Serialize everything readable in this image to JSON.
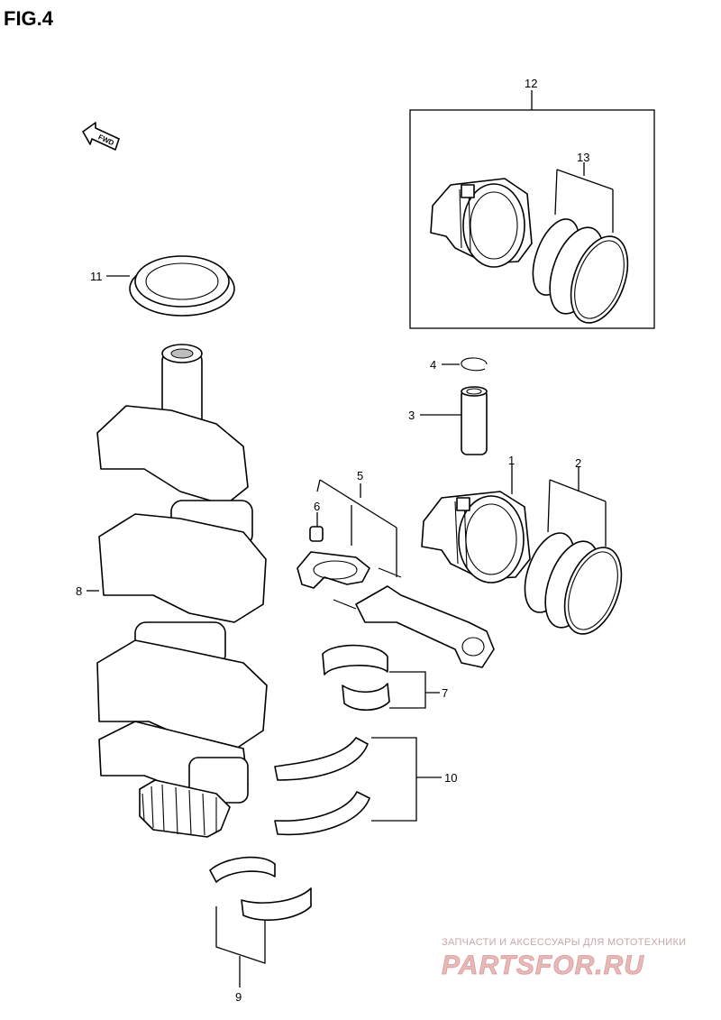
{
  "figure": {
    "title": "FIG.4",
    "direction_badge": "FWD"
  },
  "labels": {
    "p1": "1",
    "p2": "2",
    "p3": "3",
    "p4": "4",
    "p5": "5",
    "p6": "6",
    "p7": "7",
    "p8": "8",
    "p9": "9",
    "p10": "10",
    "p11": "11",
    "p12": "12",
    "p13": "13"
  },
  "watermark": {
    "tagline": "ЗАПЧАСТИ И АКСЕССУАРЫ ДЛЯ МОТОТЕХНИКИ",
    "brand": "PARTSFOR.RU"
  },
  "colors": {
    "line": "#000000",
    "watermark_brand": "#e7b9b9",
    "watermark_tagline": "#c8a7a7"
  }
}
